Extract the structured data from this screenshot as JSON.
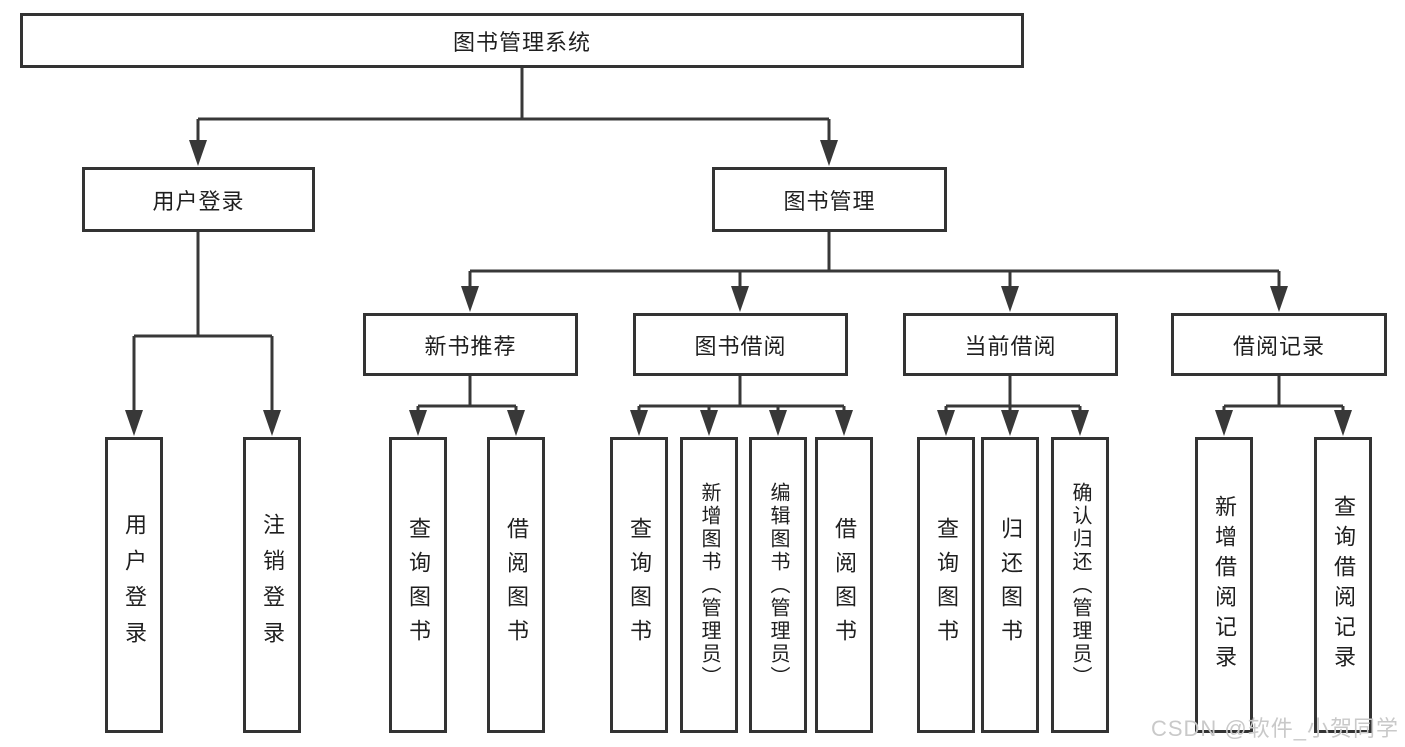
{
  "root": {
    "label": "图书管理系统"
  },
  "level2": [
    {
      "label": "用户登录"
    },
    {
      "label": "图书管理"
    }
  ],
  "level3": [
    {
      "label": "新书推荐"
    },
    {
      "label": "图书借阅"
    },
    {
      "label": "当前借阅"
    },
    {
      "label": "借阅记录"
    }
  ],
  "leaves": {
    "user_login": [
      {
        "label": "用户登录"
      },
      {
        "label": "注销登录"
      }
    ],
    "new_book": [
      {
        "label": "查询图书"
      },
      {
        "label": "借阅图书"
      }
    ],
    "book_borrow": [
      {
        "label": "查询图书"
      },
      {
        "label": "新增图书（管理员）"
      },
      {
        "label": "编辑图书（管理员）"
      },
      {
        "label": "借阅图书"
      }
    ],
    "current_borrow": [
      {
        "label": "查询图书"
      },
      {
        "label": "归还图书"
      },
      {
        "label": "确认归还（管理员）"
      }
    ],
    "borrow_records": [
      {
        "label": "新增借阅记录"
      },
      {
        "label": "查询借阅记录"
      }
    ]
  },
  "watermark": {
    "text": "CSDN @软件_小贺同学"
  },
  "colors": {
    "line": "#383838",
    "box_border": "#333333",
    "text": "#1f1f1f",
    "background": "#ffffff",
    "watermark": "#c9c9c9"
  }
}
